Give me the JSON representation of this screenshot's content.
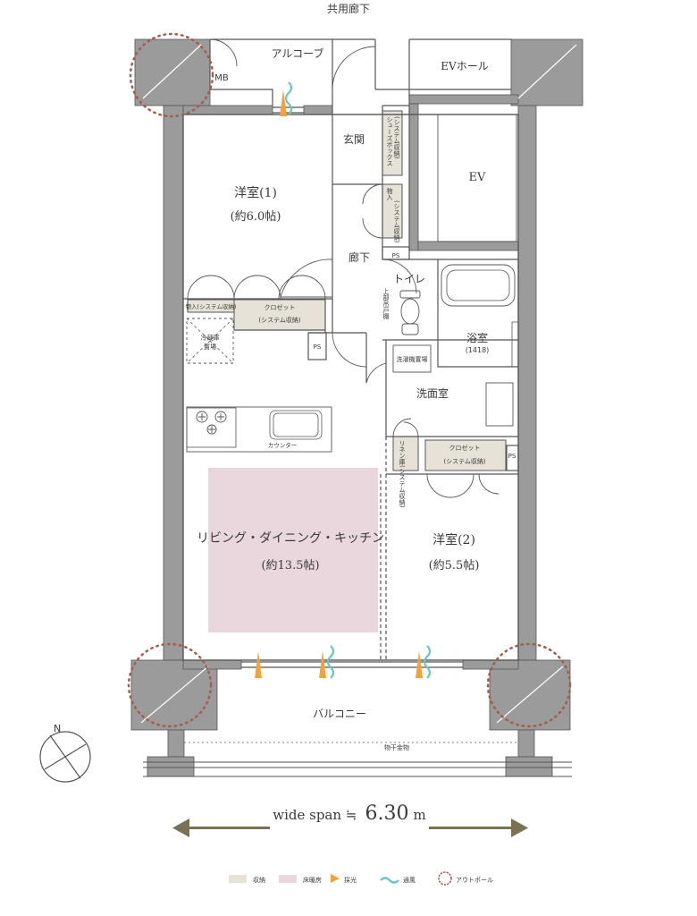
{
  "corridor": "共用廊下",
  "alcove": "アルコーブ",
  "ev_hall": "EVホール",
  "mb": "MB",
  "ev": "EV",
  "entrance": "玄関",
  "shoes_box": "シューズボックス",
  "shoes_box_note": "(システム収納)",
  "storage_top": "物入",
  "storage_top_note": "(システム収納)",
  "hallway": "廊下",
  "ps": "PS",
  "toilet": "トイレ",
  "upper_shelf": "上部吊戸棚",
  "bathroom": "浴室",
  "bathroom_size": "(1418)",
  "washer": "洗濯機置場",
  "washroom": "洗面室",
  "linen_storage": "リネン庫(システム収納)",
  "room1": {
    "name": "洋室(1)",
    "size": "(約6.0帖)"
  },
  "room2": {
    "name": "洋室(2)",
    "size": "(約5.5帖)"
  },
  "storage_room1": "物入(システム収納)",
  "closet1_label": "クロゼット",
  "closet1_note": "(システム収納)",
  "closet2_label": "クロゼット",
  "closet2_note": "(システム収納)",
  "fridge": "冷蔵庫",
  "fridge2": "置場",
  "counter": "カウンター",
  "ldk": {
    "name": "リビング・ダイニング・キッチン",
    "size": "(約13.5帖)"
  },
  "balcony": "バルコニー",
  "hanger": "物干金物",
  "compass": "N",
  "span_prefix": "wide span ≒",
  "span_value": "6.30",
  "span_unit": "m",
  "legend": [
    {
      "label": "収納",
      "color": "#e7e2d8"
    },
    {
      "label": "床暖房",
      "color": "#ead7de"
    },
    {
      "label": "採光",
      "color": "#f2a23a"
    },
    {
      "label": "通風",
      "color": "#6cc4c8"
    },
    {
      "label": "アウトポール",
      "color": "#a35d4e"
    }
  ],
  "colors": {
    "wall": "#9b9b9b",
    "storage": "#e7e2d8",
    "floor_heating": "#ead7de",
    "light": "#f2a23a",
    "wind": "#6cc4c8",
    "outpole": "#a35d4e",
    "arrow": "#7a7254"
  }
}
